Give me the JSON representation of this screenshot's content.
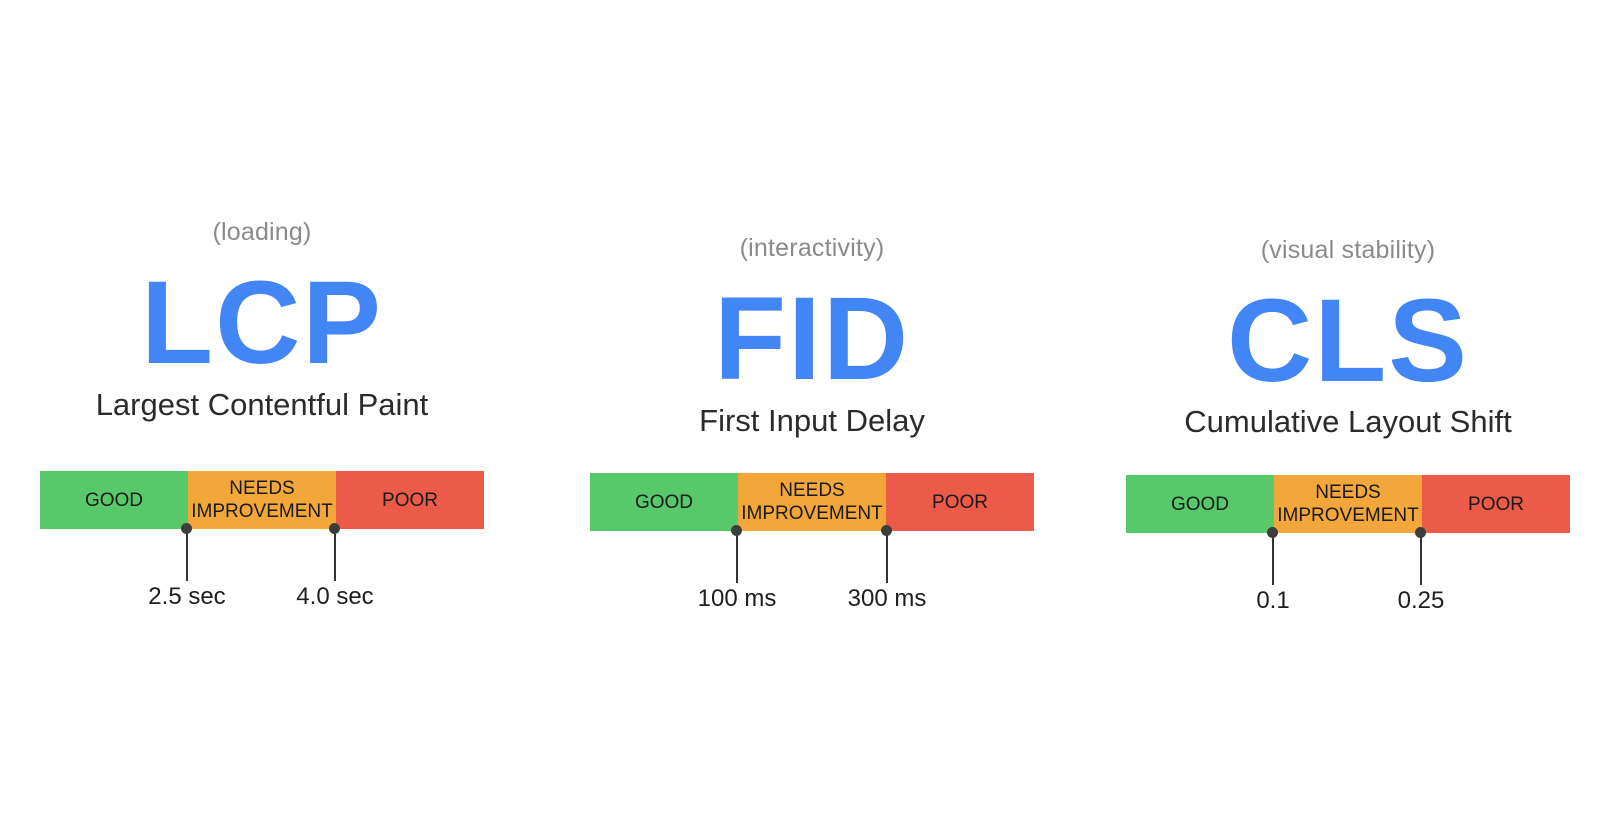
{
  "metrics": [
    {
      "category": "(loading)",
      "abbreviation": "LCP",
      "full_name": "Largest Contentful Paint",
      "ranges": {
        "good": "GOOD",
        "needs_improvement": "NEEDS\nIMPROVEMENT",
        "poor": "POOR"
      },
      "thresholds": [
        "2.5 sec",
        "4.0 sec"
      ]
    },
    {
      "category": "(interactivity)",
      "abbreviation": "FID",
      "full_name": "First Input Delay",
      "ranges": {
        "good": "GOOD",
        "needs_improvement": "NEEDS\nIMPROVEMENT",
        "poor": "POOR"
      },
      "thresholds": [
        "100 ms",
        "300 ms"
      ]
    },
    {
      "category": "(visual stability)",
      "abbreviation": "CLS",
      "full_name": "Cumulative Layout Shift",
      "ranges": {
        "good": "GOOD",
        "needs_improvement": "NEEDS\nIMPROVEMENT",
        "poor": "POOR"
      },
      "thresholds": [
        "0.1",
        "0.25"
      ]
    }
  ],
  "colors": {
    "accent": "#4285f4",
    "good": "#57c96b",
    "needs_improvement": "#f3a73a",
    "poor": "#ec5a4a",
    "category_text": "#8a8a8a"
  }
}
